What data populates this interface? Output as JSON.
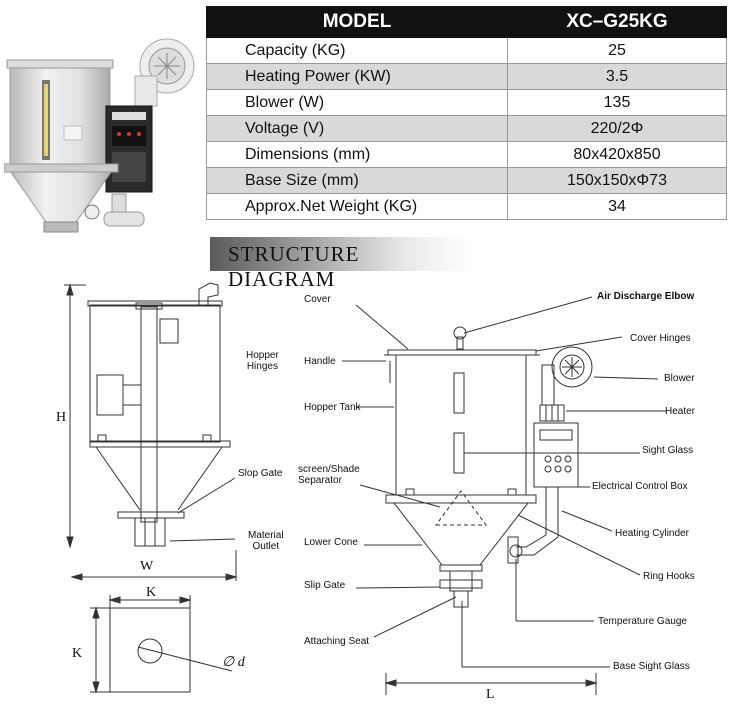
{
  "spec_table": {
    "header": {
      "key": "MODEL",
      "value": "XC–G25KG"
    },
    "rows": [
      {
        "key": "Capacity (KG)",
        "value": "25"
      },
      {
        "key": "Heating Power (KW)",
        "value": "3.5"
      },
      {
        "key": "Blower (W)",
        "value": "135"
      },
      {
        "key": "Voltage (V)",
        "value": "220/2Φ"
      },
      {
        "key": "Dimensions (mm)",
        "value": "80x420x850"
      },
      {
        "key": "Base Size (mm)",
        "value": "150x150xΦ73"
      },
      {
        "key": "Approx.Net Weight  (KG)",
        "value": "34"
      }
    ]
  },
  "banner": {
    "title": "STRUCTURE DIAGRAM"
  },
  "left_diagram": {
    "labels": {
      "hopper_hinges": "Hopper\nHinges",
      "slop_gate": "Slop Gate",
      "material_outlet": "Material\nOutlet",
      "dim_h": "H",
      "dim_w": "W",
      "dim_k_top": "K",
      "dim_k_side": "K",
      "dim_d": "∅ d"
    }
  },
  "right_diagram": {
    "labels": {
      "cover": "Cover",
      "handle": "Handle",
      "hopper_tank": "Hopper Tank",
      "screen_shade_separator": "screen/Shade\nSeparator",
      "lower_cone": "Lower Cone",
      "slip_gate": "Slip Gate",
      "attaching_seat": "Attaching Seat",
      "air_discharge_elbow": "Air Discharge Elbow",
      "cover_hinges": "Cover Hinges",
      "blower": "Blower",
      "heater": "Heater",
      "sight_glass": "Sight Glass",
      "electrical_control_box": "Electrical Control Box",
      "heating_cylinder": "Heating Cylinder",
      "ring_hooks": "Ring Hooks",
      "temperature_gauge": "Temperature Gauge",
      "base_sight_glass": "Base Sight Glass",
      "dim_l": "L"
    }
  }
}
